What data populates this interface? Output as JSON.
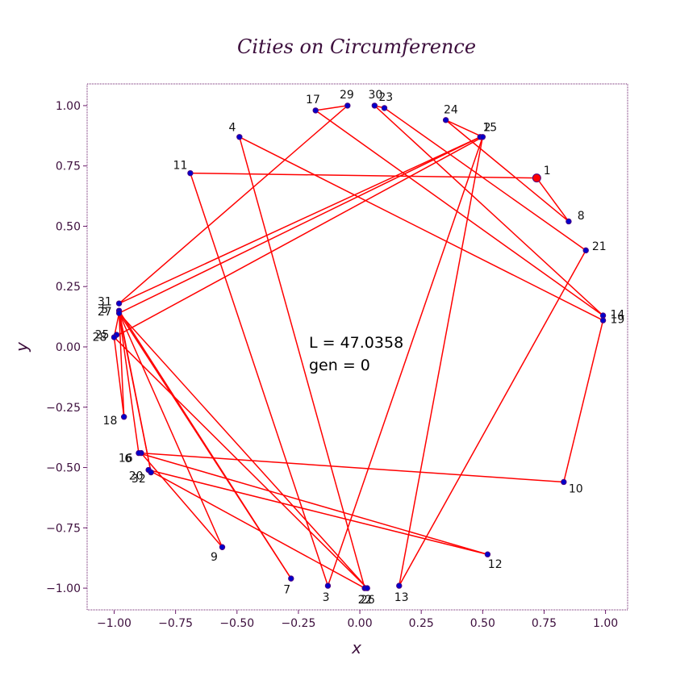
{
  "colors": {
    "route": "#ff0000",
    "city_fill": "#0000cd",
    "city_edge": "#4b0082",
    "start_fill": "#ff0000",
    "axis": "#6a1b6a",
    "text": "#3d0f3d"
  },
  "chart_data": {
    "type": "line",
    "title": "Cities on Circumference",
    "xlabel": "x",
    "ylabel": "y",
    "xlim": [
      -1.11,
      1.09
    ],
    "ylim": [
      -1.09,
      1.09
    ],
    "xticks": [
      -1.0,
      -0.75,
      -0.5,
      -0.25,
      0.0,
      0.25,
      0.5,
      0.75,
      1.0
    ],
    "xtick_labels": [
      "−1.00",
      "−0.75",
      "−0.50",
      "−0.25",
      "0.00",
      "0.25",
      "0.50",
      "0.75",
      "1.00"
    ],
    "yticks": [
      -1.0,
      -0.75,
      -0.5,
      -0.25,
      0.0,
      0.25,
      0.5,
      0.75,
      1.0
    ],
    "ytick_labels": [
      "−1.00",
      "−0.75",
      "−0.50",
      "−0.25",
      "0.00",
      "0.25",
      "0.50",
      "0.75",
      "1.00"
    ],
    "grid": false,
    "annotation": {
      "length_label": "L = 47.0358",
      "gen_label": "gen = 0"
    },
    "start_city": "1",
    "cities": [
      {
        "id": "1",
        "x": 0.72,
        "y": 0.7
      },
      {
        "id": "2",
        "x": 0.49,
        "y": 0.87
      },
      {
        "id": "3",
        "x": -0.13,
        "y": -0.99
      },
      {
        "id": "4",
        "x": -0.49,
        "y": 0.87
      },
      {
        "id": "5",
        "x": -0.98,
        "y": 0.15
      },
      {
        "id": "6",
        "x": -0.89,
        "y": -0.44
      },
      {
        "id": "7",
        "x": -0.28,
        "y": -0.96
      },
      {
        "id": "8",
        "x": 0.85,
        "y": 0.52
      },
      {
        "id": "9",
        "x": -0.56,
        "y": -0.83
      },
      {
        "id": "10",
        "x": 0.83,
        "y": -0.56
      },
      {
        "id": "11",
        "x": -0.69,
        "y": 0.72
      },
      {
        "id": "12",
        "x": 0.52,
        "y": -0.86
      },
      {
        "id": "13",
        "x": 0.16,
        "y": -0.99
      },
      {
        "id": "14",
        "x": 0.99,
        "y": 0.13
      },
      {
        "id": "15",
        "x": 0.5,
        "y": 0.87
      },
      {
        "id": "16",
        "x": -0.9,
        "y": -0.44
      },
      {
        "id": "17",
        "x": -0.18,
        "y": 0.98
      },
      {
        "id": "18",
        "x": -0.96,
        "y": -0.29
      },
      {
        "id": "19",
        "x": 0.99,
        "y": 0.11
      },
      {
        "id": "20",
        "x": -0.86,
        "y": -0.51
      },
      {
        "id": "21",
        "x": 0.92,
        "y": 0.4
      },
      {
        "id": "22",
        "x": 0.02,
        "y": -1.0
      },
      {
        "id": "23",
        "x": 0.1,
        "y": 0.99
      },
      {
        "id": "24",
        "x": 0.35,
        "y": 0.94
      },
      {
        "id": "25",
        "x": -0.99,
        "y": 0.05
      },
      {
        "id": "26",
        "x": 0.03,
        "y": -1.0
      },
      {
        "id": "27",
        "x": -0.98,
        "y": 0.14
      },
      {
        "id": "28",
        "x": -1.0,
        "y": 0.04
      },
      {
        "id": "29",
        "x": -0.05,
        "y": 1.0
      },
      {
        "id": "30",
        "x": 0.06,
        "y": 1.0
      },
      {
        "id": "31",
        "x": -0.98,
        "y": 0.18
      },
      {
        "id": "32",
        "x": -0.85,
        "y": -0.52
      }
    ],
    "route": [
      {
        "x": 0.72,
        "y": 0.7
      },
      {
        "x": -0.69,
        "y": 0.72
      },
      {
        "x": -0.13,
        "y": -0.99
      },
      {
        "x": 0.5,
        "y": 0.87
      },
      {
        "x": -1.0,
        "y": 0.04
      },
      {
        "x": -0.98,
        "y": 0.14
      },
      {
        "x": -0.85,
        "y": -0.52
      },
      {
        "x": -0.98,
        "y": 0.15
      },
      {
        "x": -0.28,
        "y": -0.96
      },
      {
        "x": -0.98,
        "y": 0.14
      },
      {
        "x": 0.03,
        "y": -1.0
      },
      {
        "x": -1.0,
        "y": 0.04
      },
      {
        "x": -0.96,
        "y": -0.29
      },
      {
        "x": -0.98,
        "y": 0.14
      },
      {
        "x": -0.56,
        "y": -0.83
      },
      {
        "x": -0.89,
        "y": -0.44
      },
      {
        "x": 0.83,
        "y": -0.56
      },
      {
        "x": 0.99,
        "y": 0.11
      },
      {
        "x": -0.49,
        "y": 0.87
      },
      {
        "x": 0.02,
        "y": -1.0
      },
      {
        "x": -0.86,
        "y": -0.51
      },
      {
        "x": 0.52,
        "y": -0.86
      },
      {
        "x": -0.9,
        "y": -0.44
      },
      {
        "x": -0.98,
        "y": 0.14
      },
      {
        "x": 0.49,
        "y": 0.87
      },
      {
        "x": -0.98,
        "y": 0.18
      },
      {
        "x": -0.05,
        "y": 1.0
      },
      {
        "x": -0.18,
        "y": 0.98
      },
      {
        "x": 0.99,
        "y": 0.13
      },
      {
        "x": 0.06,
        "y": 1.0
      },
      {
        "x": 0.1,
        "y": 0.99
      },
      {
        "x": 0.92,
        "y": 0.4
      },
      {
        "x": 0.16,
        "y": -0.99
      },
      {
        "x": 0.5,
        "y": 0.87
      },
      {
        "x": 0.35,
        "y": 0.94
      },
      {
        "x": 0.85,
        "y": 0.52
      },
      {
        "x": 0.72,
        "y": 0.7
      }
    ]
  }
}
